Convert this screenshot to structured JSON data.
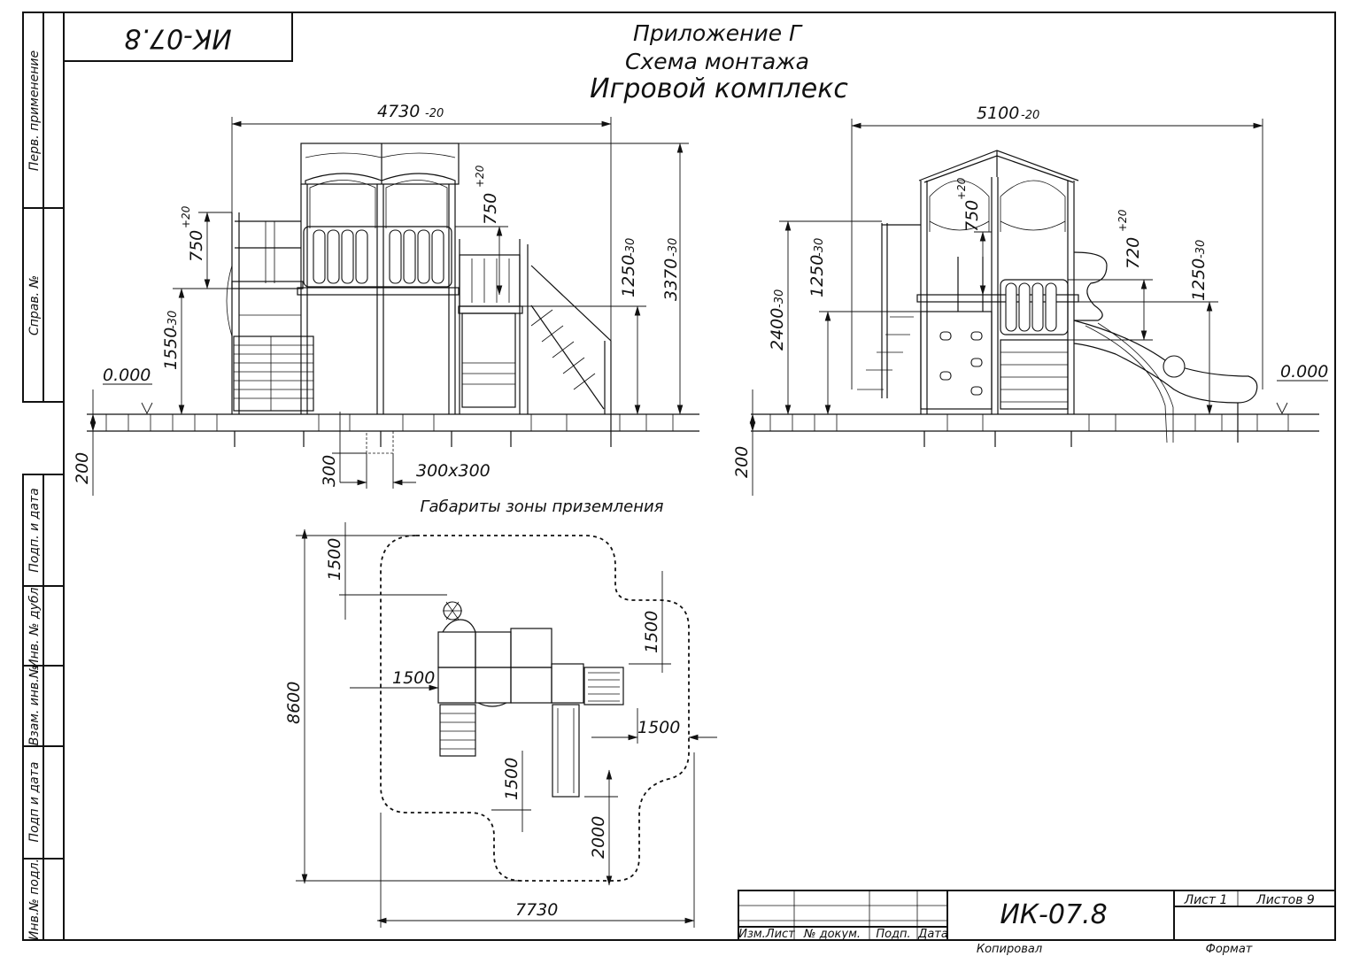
{
  "stamp_code": "ИК-07.8",
  "heading": {
    "line1": "Приложение Г",
    "line2": "Схема монтажа",
    "line3": "Игровой комплекс"
  },
  "side_labels": {
    "perv_primenenie": "Перв. применение",
    "sprav_no": "Справ. №",
    "podp_data_1": "Подп. и дата",
    "inv_dubl": "Инв. № дубл.",
    "vzam_inv": "Взам. инв.№",
    "podp_data_2": "Подп и дата",
    "inv_podl": "Инв.№ подл."
  },
  "front_view": {
    "width": "4730",
    "width_tol": "-20",
    "h_3370": "3370",
    "h_3370_tol": "-30",
    "h_1250": "1250",
    "h_1250_tol": "-30",
    "h_750_right": "750",
    "h_750_right_tol": "+20",
    "h_750_left": "750",
    "h_750_left_tol": "+20",
    "h_1550": "1550",
    "h_1550_tol": "-30",
    "level": "0.000",
    "depth_200": "200",
    "depth_300": "300",
    "footing": "300x300"
  },
  "side_view": {
    "width": "5100",
    "width_tol": "-20",
    "h_2400": "2400",
    "h_2400_tol": "-30",
    "h_1250_left": "1250",
    "h_1250_left_tol": "-30",
    "h_750": "750",
    "h_750_tol": "+20",
    "h_720": "720",
    "h_720_tol": "+20",
    "h_1250_right": "1250",
    "h_1250_right_tol": "-30",
    "level": "0.000",
    "depth_200": "200"
  },
  "zone": {
    "title": "Габариты зоны приземления",
    "d_1500_top": "1500",
    "d_1500_right_top": "1500",
    "d_1500_left": "1500",
    "d_1500_right": "1500",
    "d_1500_center": "1500",
    "d_2000": "2000",
    "d_8600": "8600",
    "d_7730": "7730"
  },
  "title_block": {
    "code": "ИК-07.8",
    "sheet": "Лист 1",
    "sheets": "Листов 9",
    "col_izm_list": "Изм.Лист",
    "col_doc": "№ докум.",
    "col_podp": "Подп.",
    "col_data": "Дата",
    "copied": "Копировал",
    "format": "Формат"
  }
}
